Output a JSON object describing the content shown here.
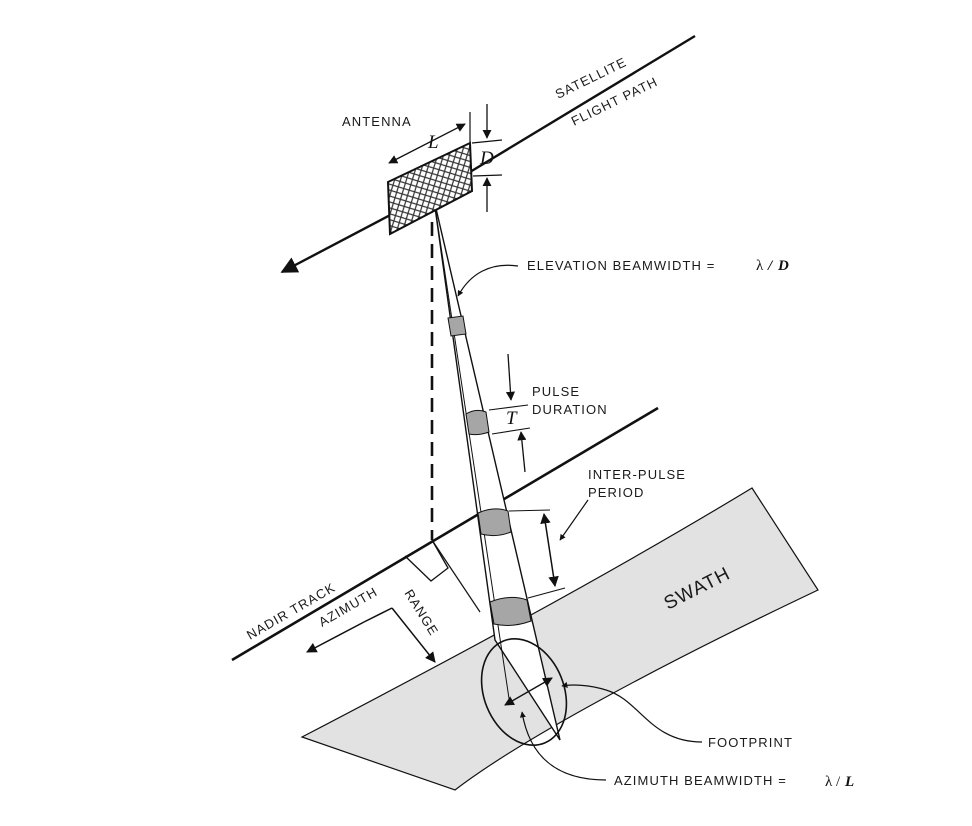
{
  "labels": {
    "satellite": "SATELLITE",
    "flight_path": "FLIGHT PATH",
    "antenna": "ANTENNA",
    "L": "L",
    "D": "D",
    "elevation_beamwidth": "ELEVATION BEAMWIDTH =",
    "elevation_formula_lambda": "λ",
    "elevation_formula_slash": "/",
    "elevation_formula_var": "D",
    "pulse": "PULSE",
    "duration": "DURATION",
    "T": "T",
    "inter_pulse": "INTER-PULSE",
    "period": "PERIOD",
    "swath": "SWATH",
    "nadir_track": "NADIR TRACK",
    "azimuth": "AZIMUTH",
    "range": "RANGE",
    "footprint": "FOOTPRINT",
    "azimuth_beamwidth": "AZIMUTH BEAMWIDTH =",
    "azimuth_formula_lambda": "λ",
    "azimuth_formula_slash": "/",
    "azimuth_formula_var": "L"
  },
  "colors": {
    "ink": "#111111",
    "swath_fill": "#e2e2e2",
    "pulse_fill": "#a6a6a6",
    "background": "#ffffff"
  }
}
